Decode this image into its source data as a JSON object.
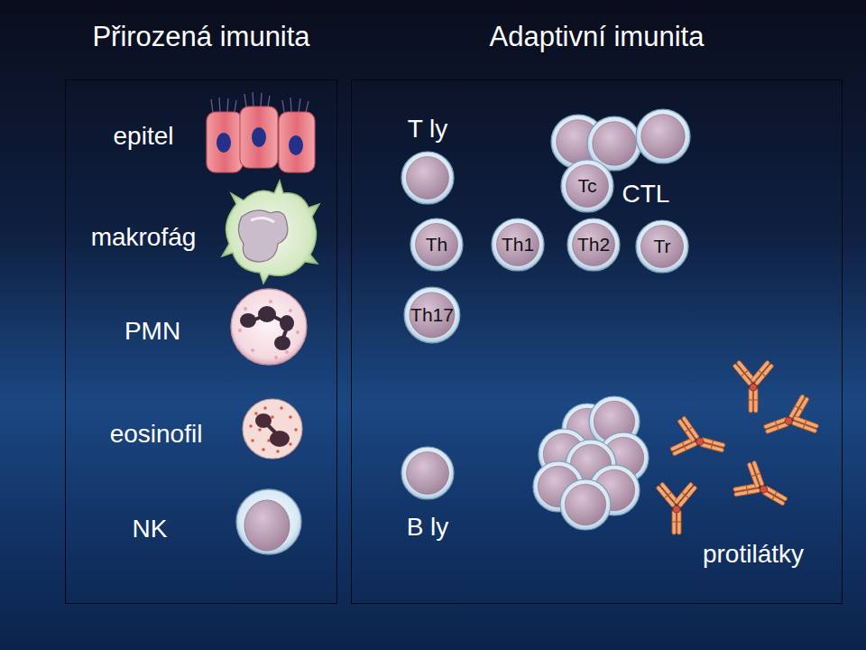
{
  "diagram": {
    "nodes": [
      {
        "text": [
          "Přirozená imunita"
        ]
      },
      {
        "text": [
          "Adaptivní imunita"
        ]
      },
      {
        "text": [
          "epitel"
        ],
        "in": 0
      },
      {
        "text": [
          "makrofág"
        ],
        "in": 0
      },
      {
        "text": [
          "PMN"
        ],
        "in": 0
      },
      {
        "text": [
          "eosinofil"
        ],
        "in": 0
      },
      {
        "text": [
          "NK"
        ],
        "in": 0
      },
      {
        "text": [
          "T ly"
        ],
        "in": 1
      },
      {
        "text": [
          "Tc"
        ],
        "in": 1
      },
      {
        "text": [
          "Th"
        ],
        "in": 1
      },
      {
        "text": [
          "Th1"
        ],
        "in": 1
      },
      {
        "text": [
          "Th2"
        ],
        "in": 1
      },
      {
        "text": [
          "Tr"
        ],
        "in": 1
      },
      {
        "text": [
          "Th17"
        ],
        "in": 1
      },
      {
        "text": [
          "B ly"
        ],
        "in": 1
      }
    ],
    "labels": [
      "CTL",
      "protilátky"
    ]
  }
}
